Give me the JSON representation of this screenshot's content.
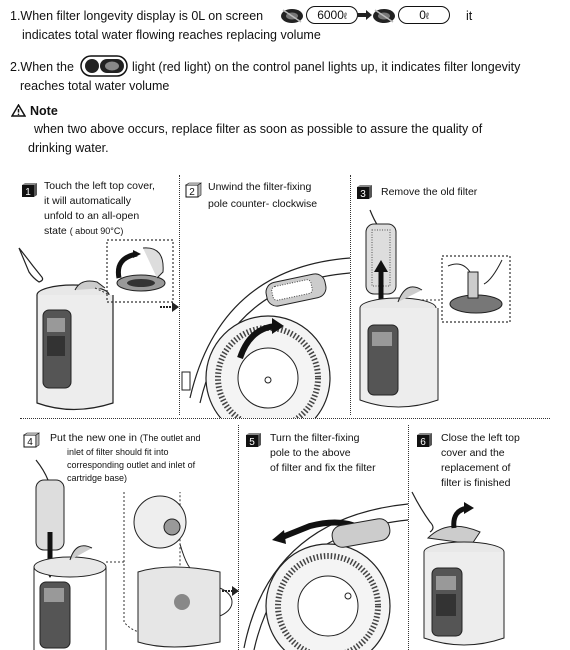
{
  "intro": {
    "line1_prefix": "1.When filter longevity display is 0L on screen",
    "display_before": "6000",
    "display_after": "0",
    "unit_glyph": "ℓ",
    "line1_suffix": "it",
    "line1b": "indicates total water flowing reaches replacing volume",
    "line2_prefix": "2.When the",
    "line2_suffix": "light (red light) on the control panel lights up, it indicates filter longevity",
    "line2b": "reaches total water volume"
  },
  "note": {
    "title": "Note",
    "line1": "when two above occurs, replace filter as soon as possible to assure the quality of",
    "line2": "drinking water."
  },
  "steps": [
    {
      "num": "1",
      "lines": [
        "Touch the left top cover,",
        "it will automatically",
        "unfold to an all-open"
      ],
      "extra_main": "state",
      "extra_small": "( about 90°C)"
    },
    {
      "num": "2",
      "lines": [
        "Unwind the filter-fixing",
        "pole counter- clockwise"
      ]
    },
    {
      "num": "3",
      "lines": [
        "Remove the old filter"
      ]
    },
    {
      "num": "4",
      "main": "Put the new one in",
      "lines_small": [
        "(The outlet and",
        "inlet of filter should fit into",
        "corresponding outlet and inlet of",
        "cartridge base)"
      ]
    },
    {
      "num": "5",
      "lines": [
        "Turn the filter-fixing",
        "pole to the above",
        "of filter and fix the filter"
      ]
    },
    {
      "num": "6",
      "lines": [
        "Close the left top",
        "cover and the",
        "replacement of",
        "filter is finished"
      ]
    }
  ]
}
